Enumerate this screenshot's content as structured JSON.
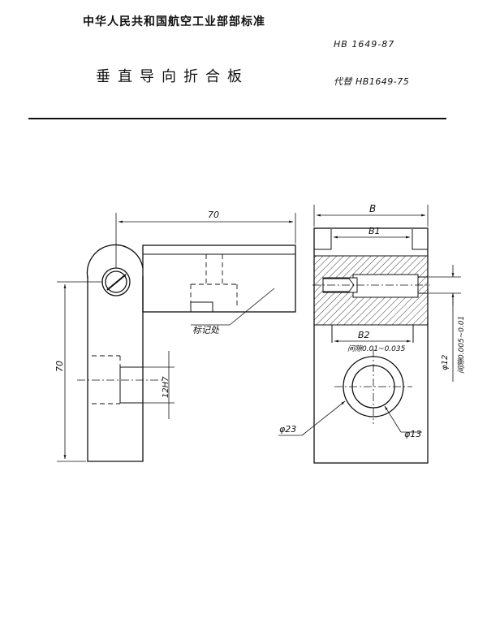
{
  "header": {
    "organization": "中华人民共和国航空工业部部标准",
    "standard_number": "HB 1649-87",
    "title": "垂直导向折合板",
    "replaces": "代替 HB1649-75"
  },
  "drawing": {
    "dim_width_front": "70",
    "dim_height_front": "70",
    "dim_bore_fit": "12H7",
    "marking_label": "标记处",
    "dim_B": "B",
    "dim_B1": "B1",
    "dim_B2": "B2",
    "clearance_B2": "间隙0.01~0.035",
    "dim_phi12": "φ12",
    "clearance_phi12": "间隙0.005~0.01",
    "dim_phi23": "φ23",
    "dim_phi13": "φ13"
  }
}
